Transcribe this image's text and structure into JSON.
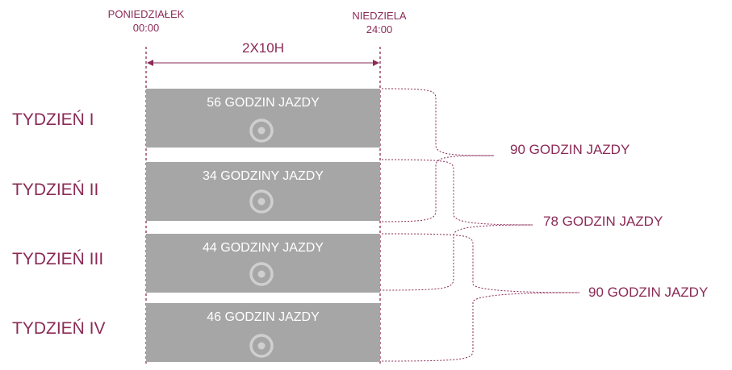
{
  "header": {
    "start_day": "PONIEDZIAŁEK",
    "start_time": "00:00",
    "end_day": "NIEDZIELA",
    "end_time": "24:00",
    "span_label": "2X10H"
  },
  "weeks": [
    {
      "label": "TYDZIEŃ I",
      "hours_text": "56 GODZIN JAZDY",
      "icon": "target-icon"
    },
    {
      "label": "TYDZIEŃ II",
      "hours_text": "34 GODZINY JAZDY",
      "icon": "target-icon"
    },
    {
      "label": "TYDZIEŃ III",
      "hours_text": "44 GODZINY JAZDY",
      "icon": "target-icon"
    },
    {
      "label": "TYDZIEŃ IV",
      "hours_text": "46 GODZIN JAZDY",
      "icon": "target-icon"
    }
  ],
  "totals": [
    {
      "text": "90 GODZIN JAZDY",
      "weeks": [
        "TYDZIEŃ I",
        "TYDZIEŃ II"
      ]
    },
    {
      "text": "78 GODZIN JAZDY",
      "weeks": [
        "TYDZIEŃ II",
        "TYDZIEŃ III"
      ]
    },
    {
      "text": "90 GODZIN JAZDY",
      "weeks": [
        "TYDZIEŃ III",
        "TYDZIEŃ IV"
      ]
    }
  ],
  "colors": {
    "accent": "#8b2a55",
    "bar": "#a6a6a6",
    "bar_text": "#ffffff",
    "icon": "#cfcfcf"
  }
}
